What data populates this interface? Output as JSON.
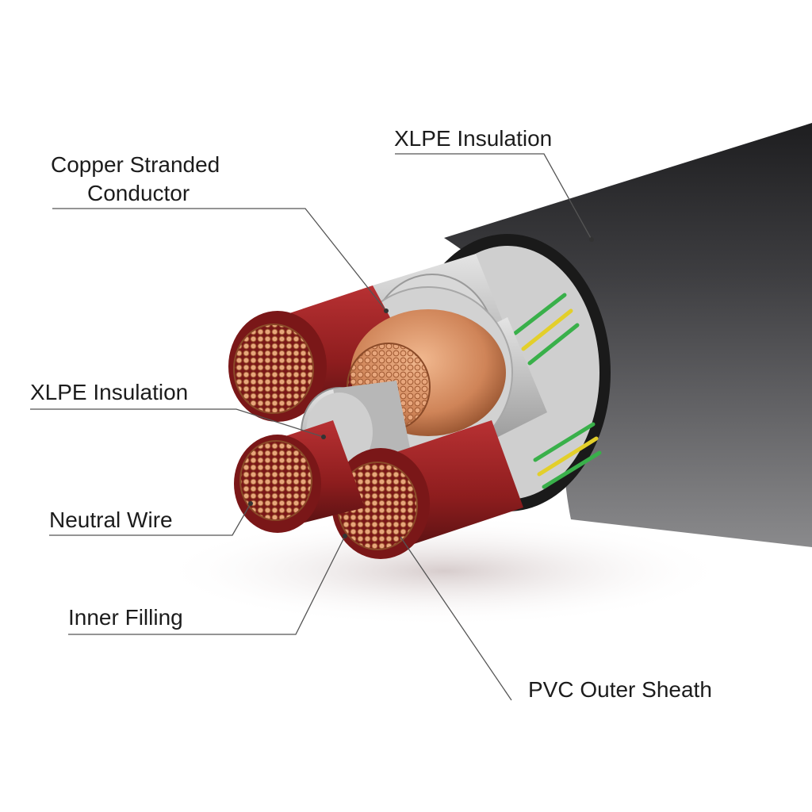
{
  "labels": {
    "copper_conductor": [
      "Copper Stranded",
      "Conductor"
    ],
    "xlpe_insulation_outer": "XLPE Insulation",
    "xlpe_insulation_inner": "XLPE Insulation",
    "neutral_wire": "Neutral Wire",
    "inner_filling": "Inner Filling",
    "pvc_outer_sheath": "PVC Outer Sheath"
  },
  "colors": {
    "sheath": "#2b2b2d",
    "insulation_red": "#8e1d1e",
    "insulation_gray": "#bdbdbd",
    "copper": "#c77a4e",
    "copper_light": "#e6a47c",
    "tape_green": "#39b04a",
    "tape_yellow": "#e3cf2a",
    "leader_line": "#555555"
  }
}
